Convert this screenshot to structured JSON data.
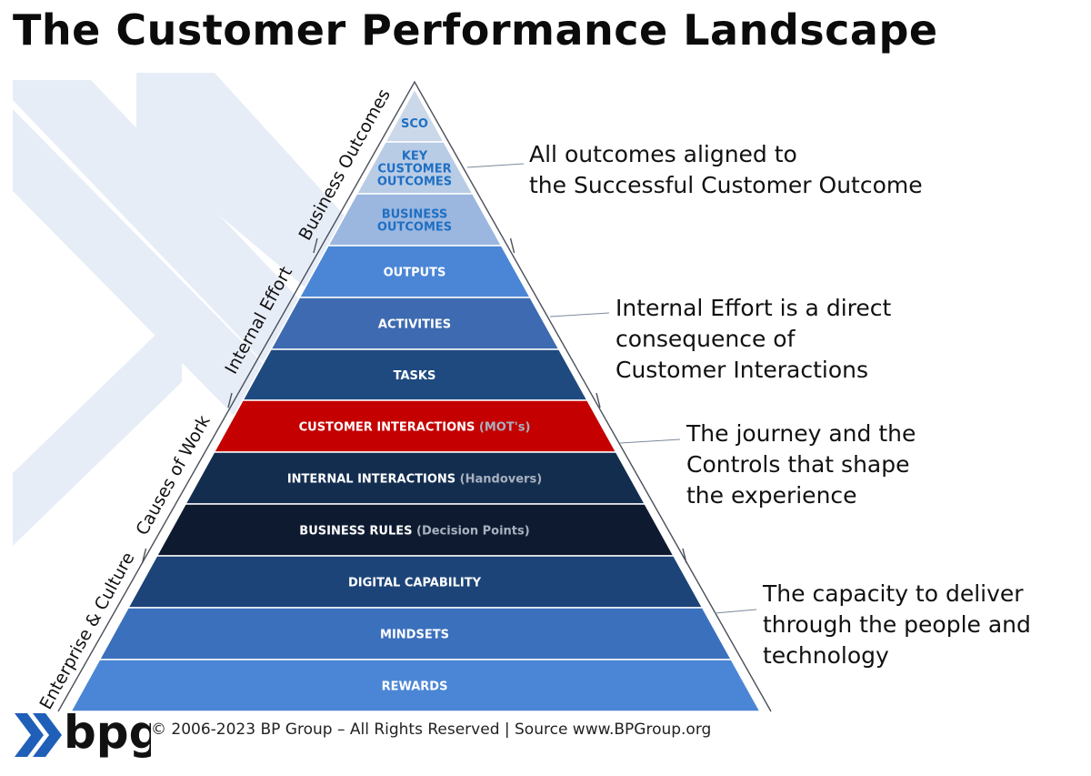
{
  "title": "The Customer Performance Landscape",
  "tiers": [
    {
      "label": "SCO",
      "paren": "",
      "color": "#cbd8ea",
      "light": true
    },
    {
      "label": "KEY CUSTOMER OUTCOMES",
      "lines": [
        "KEY",
        "CUSTOMER",
        "OUTCOMES"
      ],
      "paren": "",
      "color": "#b9cce6",
      "light": true
    },
    {
      "label": "BUSINESS OUTCOMES",
      "lines": [
        "BUSINESS",
        "OUTCOMES"
      ],
      "paren": "",
      "color": "#9bb7e0",
      "light": true
    },
    {
      "label": "OUTPUTS",
      "paren": "",
      "color": "#4b86d6"
    },
    {
      "label": "ACTIVITIES",
      "paren": "",
      "color": "#3d6ab0"
    },
    {
      "label": "TASKS",
      "paren": "",
      "color": "#1f4a80"
    },
    {
      "label": "CUSTOMER INTERACTIONS",
      "paren": "(MOT's)",
      "color": "#c40000"
    },
    {
      "label": "INTERNAL INTERACTIONS",
      "paren": "(Handovers)",
      "color": "#132d4f"
    },
    {
      "label": "BUSINESS RULES",
      "paren": "(Decision Points)",
      "color": "#0e1a30"
    },
    {
      "label": "DIGITAL CAPABILITY",
      "paren": "",
      "color": "#1c4478"
    },
    {
      "label": "MINDSETS",
      "paren": "",
      "color": "#3b70bd"
    },
    {
      "label": "REWARDS",
      "paren": "",
      "color": "#4b86d6"
    }
  ],
  "side_labels": [
    "Business Outcomes",
    "Internal Effort",
    "Causes of Work",
    "Enterprise & Culture"
  ],
  "callouts": [
    [
      "All outcomes aligned to",
      "the Successful Customer Outcome"
    ],
    [
      "Internal Effort is a direct",
      "consequence of",
      "Customer Interactions"
    ],
    [
      "The journey and the",
      "Controls that shape",
      "the experience"
    ],
    [
      "The capacity to deliver",
      "through the people and",
      "technology"
    ]
  ],
  "footer": "© 2006-2023 BP Group – All Rights Reserved | Source www.BPGroup.org",
  "logo": {
    "text": "bpg",
    "accent": "#1f5fb8"
  }
}
